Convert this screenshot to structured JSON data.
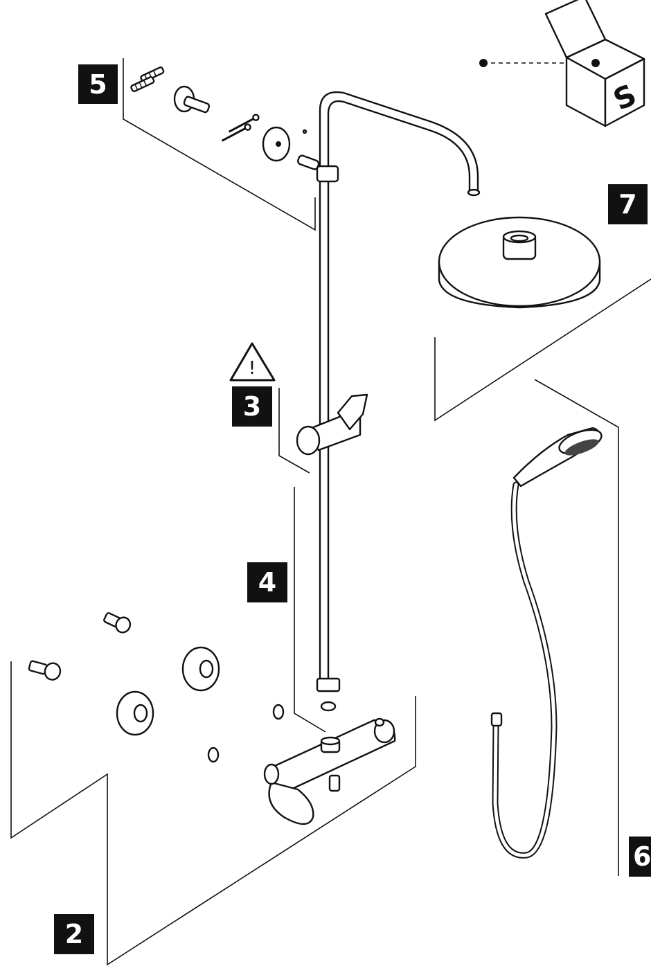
{
  "callouts": {
    "c2": "2",
    "c3": "3",
    "c4": "4",
    "c5": "5",
    "c6": "6",
    "c7": "7"
  },
  "box_logo_letter": "S",
  "warning_symbol": "!",
  "colors": {
    "ink": "#111111",
    "paper": "#ffffff",
    "shadow": "#d9d9d9"
  },
  "icons": [
    "warning-triangle-icon",
    "open-box-icon"
  ]
}
